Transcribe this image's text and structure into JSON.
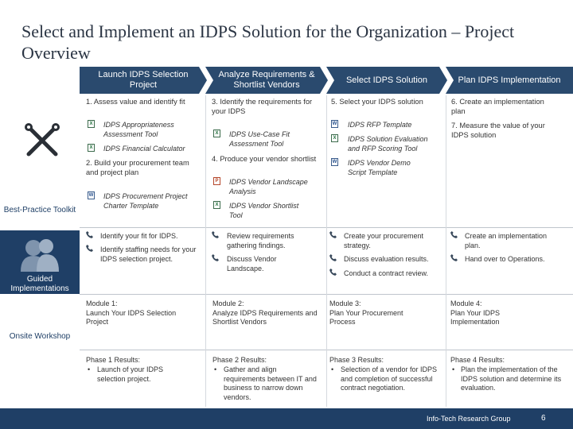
{
  "title": "Select and Implement an IDPS Solution for the Organization – Project Overview",
  "colors": {
    "navy": "#1f3f66",
    "chevron": "#2a4a6e"
  },
  "phases": [
    {
      "header": "Launch IDPS Selection Project"
    },
    {
      "header": "Analyze Requirements & Shortlist Vendors"
    },
    {
      "header": "Select IDPS Solution"
    },
    {
      "header": "Plan IDPS Implementation"
    }
  ],
  "rows": {
    "toolkit": "Best-Practice Toolkit",
    "guided": "Guided Implementations",
    "onsite": "Onsite Workshop"
  },
  "toolkit": {
    "c1": {
      "step1": "1.  Assess value and identify fit",
      "t1": "IDPS Appropriateness Assessment Tool",
      "t2": "IDPS Financial Calculator",
      "step2": "2. Build your procurement team and project plan",
      "t3": "IDPS Procurement Project Charter Template"
    },
    "c2": {
      "step3": "3.  Identify the requirements for your IDPS",
      "t1": "IDPS Use-Case Fit Assessment Tool",
      "step4": "4.  Produce your vendor shortlist",
      "t2": "IDPS Vendor Landscape Analysis",
      "t3": "IDPS Vendor Shortlist Tool"
    },
    "c3": {
      "step5": "5.  Select your IDPS solution",
      "t1": "IDPS RFP Template",
      "t2": "IDPS Solution Evaluation and RFP Scoring Tool",
      "t3": "IDPS Vendor Demo Script Template"
    },
    "c4": {
      "step6": "6.  Create an implementation plan",
      "step7": "7.  Measure the value of your IDPS solution"
    }
  },
  "guided": {
    "c1": [
      "Identify your fit for IDPS.",
      "Identify staffing needs for your IDPS selection project."
    ],
    "c2": [
      "Review requirements gathering findings.",
      "Discuss Vendor Landscape."
    ],
    "c3": [
      "Create your procurement strategy.",
      "Discuss evaluation results.",
      "Conduct a contract review."
    ],
    "c4": [
      "Create an implementation plan.",
      "Hand over to Operations."
    ]
  },
  "modules": [
    "Module 1:\nLaunch Your IDPS Selection Project",
    "Module 2:\nAnalyze IDPS Requirements and Shortlist Vendors",
    "Module 3:\nPlan Your Procurement Process",
    "Module 4:\nPlan Your IDPS Implementation"
  ],
  "results": [
    {
      "head": "Phase 1 Results:",
      "bullet": "Launch of your IDPS selection project."
    },
    {
      "head": "Phase 2 Results:",
      "bullet": "Gather and align requirements between IT and business to narrow down vendors."
    },
    {
      "head": "Phase 3 Results:",
      "bullet": "Selection of a vendor for IDPS and completion of successful contract negotiation."
    },
    {
      "head": "Phase 4 Results:",
      "bullet": "Plan the implementation of the IDPS solution and determine its evaluation."
    }
  ],
  "icons": {
    "excel": "X",
    "word": "W",
    "ppt": "P"
  },
  "bullet_char": "•",
  "footer": {
    "org": "Info-Tech Research Group",
    "page": "6"
  }
}
